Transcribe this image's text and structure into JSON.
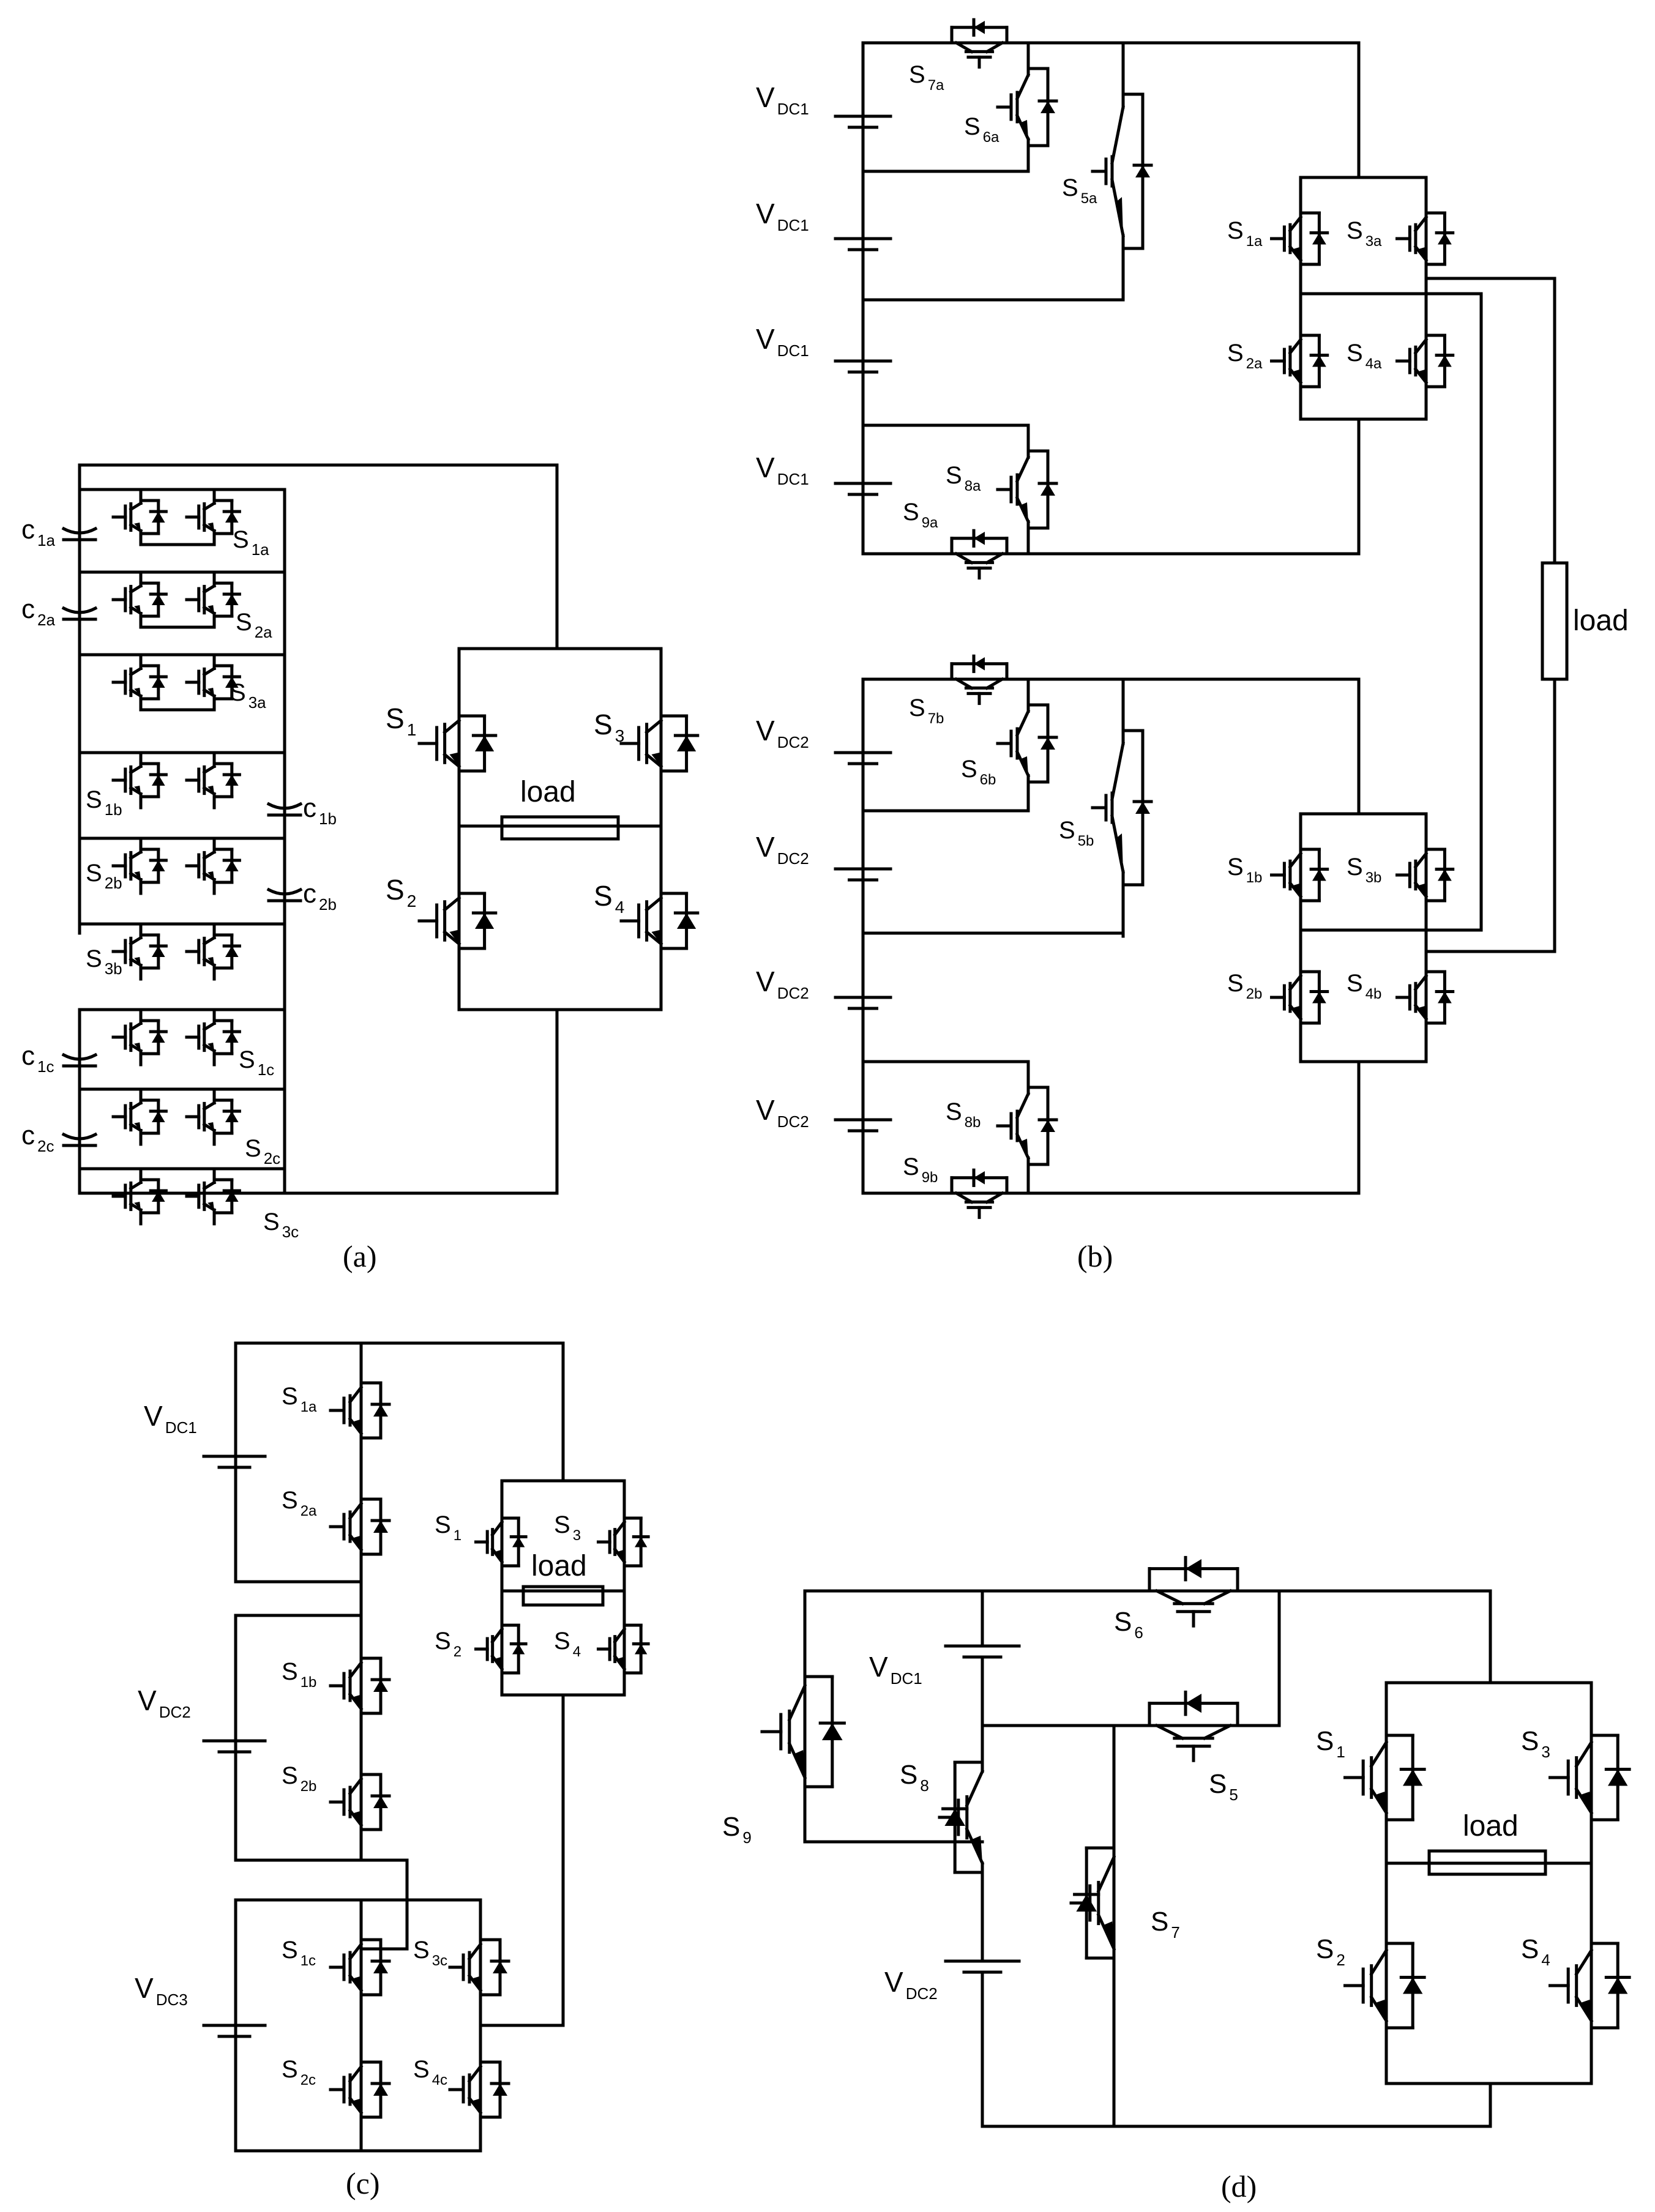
{
  "panels": {
    "a": {
      "caption": "(a)",
      "load": "load",
      "switches": [
        {
          "id": "s1a",
          "main": "S",
          "sub": "1a"
        },
        {
          "id": "s2a",
          "main": "S",
          "sub": "2a"
        },
        {
          "id": "s3a",
          "main": "S",
          "sub": "3a"
        },
        {
          "id": "s1b",
          "main": "S",
          "sub": "1b"
        },
        {
          "id": "s2b",
          "main": "S",
          "sub": "2b"
        },
        {
          "id": "s3b",
          "main": "S",
          "sub": "3b"
        },
        {
          "id": "s1c",
          "main": "S",
          "sub": "1c"
        },
        {
          "id": "s2c",
          "main": "S",
          "sub": "2c"
        },
        {
          "id": "s3c",
          "main": "S",
          "sub": "3c"
        },
        {
          "id": "s1",
          "main": "S",
          "sub": "1"
        },
        {
          "id": "s2",
          "main": "S",
          "sub": "2"
        },
        {
          "id": "s3",
          "main": "S",
          "sub": "3"
        },
        {
          "id": "s4",
          "main": "S",
          "sub": "4"
        }
      ],
      "capacitors": [
        {
          "id": "c1a",
          "main": "c",
          "sub": "1a"
        },
        {
          "id": "c2a",
          "main": "c",
          "sub": "2a"
        },
        {
          "id": "c1b",
          "main": "c",
          "sub": "1b"
        },
        {
          "id": "c2b",
          "main": "c",
          "sub": "2b"
        },
        {
          "id": "c1c",
          "main": "c",
          "sub": "1c"
        },
        {
          "id": "c2c",
          "main": "c",
          "sub": "2c"
        }
      ]
    },
    "b": {
      "caption": "(b)",
      "load": "load",
      "sources": [
        {
          "main": "V",
          "sub": "DC1"
        },
        {
          "main": "V",
          "sub": "DC1"
        },
        {
          "main": "V",
          "sub": "DC1"
        },
        {
          "main": "V",
          "sub": "DC1"
        },
        {
          "main": "V",
          "sub": "DC2"
        },
        {
          "main": "V",
          "sub": "DC2"
        },
        {
          "main": "V",
          "sub": "DC2"
        },
        {
          "main": "V",
          "sub": "DC2"
        }
      ],
      "switches": [
        {
          "id": "s7a",
          "main": "S",
          "sub": "7a"
        },
        {
          "id": "s6a",
          "main": "S",
          "sub": "6a"
        },
        {
          "id": "s5a",
          "main": "S",
          "sub": "5a"
        },
        {
          "id": "s8a",
          "main": "S",
          "sub": "8a"
        },
        {
          "id": "s9a",
          "main": "S",
          "sub": "9a"
        },
        {
          "id": "s1a",
          "main": "S",
          "sub": "1a"
        },
        {
          "id": "s3a",
          "main": "S",
          "sub": "3a"
        },
        {
          "id": "s2a",
          "main": "S",
          "sub": "2a"
        },
        {
          "id": "s4a",
          "main": "S",
          "sub": "4a"
        },
        {
          "id": "s7b",
          "main": "S",
          "sub": "7b"
        },
        {
          "id": "s6b",
          "main": "S",
          "sub": "6b"
        },
        {
          "id": "s5b",
          "main": "S",
          "sub": "5b"
        },
        {
          "id": "s8b",
          "main": "S",
          "sub": "8b"
        },
        {
          "id": "s9b",
          "main": "S",
          "sub": "9b"
        },
        {
          "id": "s1b",
          "main": "S",
          "sub": "1b"
        },
        {
          "id": "s3b",
          "main": "S",
          "sub": "3b"
        },
        {
          "id": "s2b",
          "main": "S",
          "sub": "2b"
        },
        {
          "id": "s4b",
          "main": "S",
          "sub": "4b"
        }
      ]
    },
    "c": {
      "caption": "(c)",
      "load": "load",
      "sources": [
        {
          "main": "V",
          "sub": "DC1"
        },
        {
          "main": "V",
          "sub": "DC2"
        },
        {
          "main": "V",
          "sub": "DC3"
        }
      ],
      "switches": [
        {
          "id": "s1a",
          "main": "S",
          "sub": "1a"
        },
        {
          "id": "s2a",
          "main": "S",
          "sub": "2a"
        },
        {
          "id": "s1b",
          "main": "S",
          "sub": "1b"
        },
        {
          "id": "s2b",
          "main": "S",
          "sub": "2b"
        },
        {
          "id": "s1c",
          "main": "S",
          "sub": "1c"
        },
        {
          "id": "s2c",
          "main": "S",
          "sub": "2c"
        },
        {
          "id": "s3c",
          "main": "S",
          "sub": "3c"
        },
        {
          "id": "s4c",
          "main": "S",
          "sub": "4c"
        },
        {
          "id": "s1",
          "main": "S",
          "sub": "1"
        },
        {
          "id": "s2",
          "main": "S",
          "sub": "2"
        },
        {
          "id": "s3",
          "main": "S",
          "sub": "3"
        },
        {
          "id": "s4",
          "main": "S",
          "sub": "4"
        }
      ]
    },
    "d": {
      "caption": "(d)",
      "load": "load",
      "sources": [
        {
          "main": "V",
          "sub": "DC1"
        },
        {
          "main": "V",
          "sub": "DC2"
        }
      ],
      "switches": [
        {
          "id": "s1",
          "main": "S",
          "sub": "1"
        },
        {
          "id": "s2",
          "main": "S",
          "sub": "2"
        },
        {
          "id": "s3",
          "main": "S",
          "sub": "3"
        },
        {
          "id": "s4",
          "main": "S",
          "sub": "4"
        },
        {
          "id": "s5",
          "main": "S",
          "sub": "5"
        },
        {
          "id": "s6",
          "main": "S",
          "sub": "6"
        },
        {
          "id": "s7",
          "main": "S",
          "sub": "7"
        },
        {
          "id": "s8",
          "main": "S",
          "sub": "8"
        },
        {
          "id": "s9",
          "main": "S",
          "sub": "9"
        }
      ]
    }
  }
}
